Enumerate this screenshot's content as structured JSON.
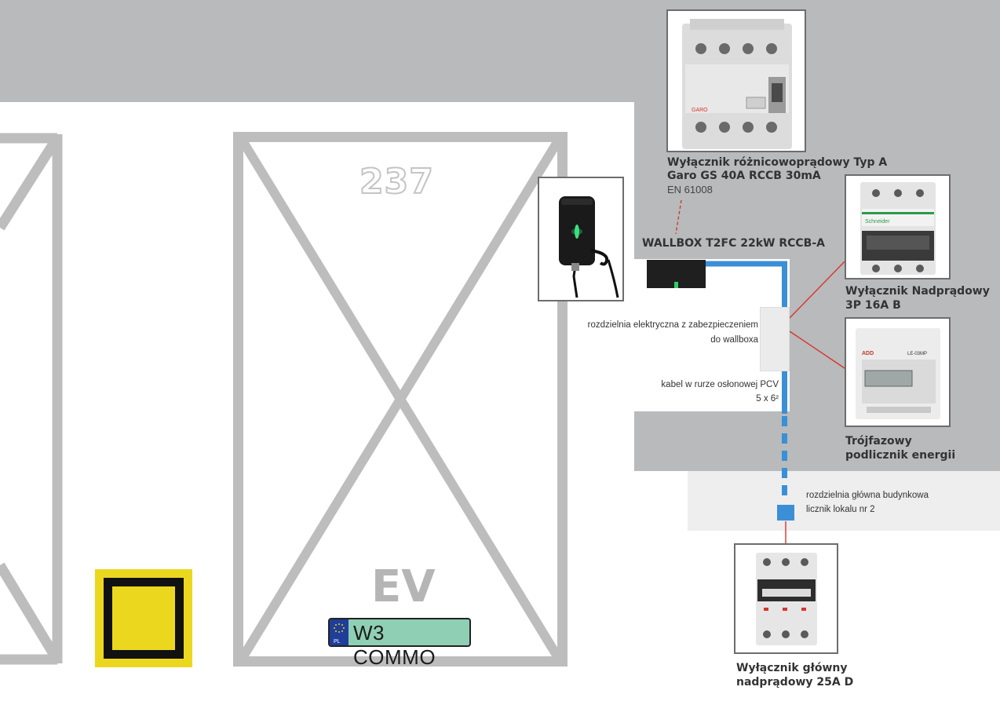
{
  "parking": {
    "bay_number": "237",
    "ev_label": "EV",
    "plate_text": "W3 COMMO",
    "plate_country": "PL"
  },
  "labels": {
    "rccb_title": "Wyłącznik różnicowoprądowy Typ A",
    "rccb_model": "Garo GS 40A RCCB 30mA",
    "rccb_standard": "EN 61008",
    "wallbox": "WALLBOX T2FC 22kW RCCB-A",
    "mcb_line1": "Wyłącznik Nadprądowy",
    "mcb_line2": "3P 16A B",
    "distribution_line1": "rozdzielnia elektryczna z zabezpieczeniem",
    "distribution_line2": "do wallboxa",
    "cable_line1": "kabel w rurze osłonowej PCV",
    "cable_line2": "5 x 6²",
    "meter_line1": "Trójfazowy",
    "meter_line2": "podlicznik energii",
    "main_board_line1": "rozdzielnia główna budynkowa",
    "main_board_line2": "licznik lokalu nr 2",
    "main_breaker_line1": "Wyłącznik główny",
    "main_breaker_line2": "nadprądowy 25A D"
  },
  "device_marks": {
    "rccb_brand": "GARO",
    "mcb_brand": "Schneider",
    "meter_model": "LE-03MP"
  },
  "colors": {
    "background_gray": "#b8babc",
    "bay_line_gray": "#bdbdbd",
    "cable_blue": "#3a8fd6",
    "leader_red": "#d9342b",
    "warning_yellow": "#ecd71f"
  }
}
